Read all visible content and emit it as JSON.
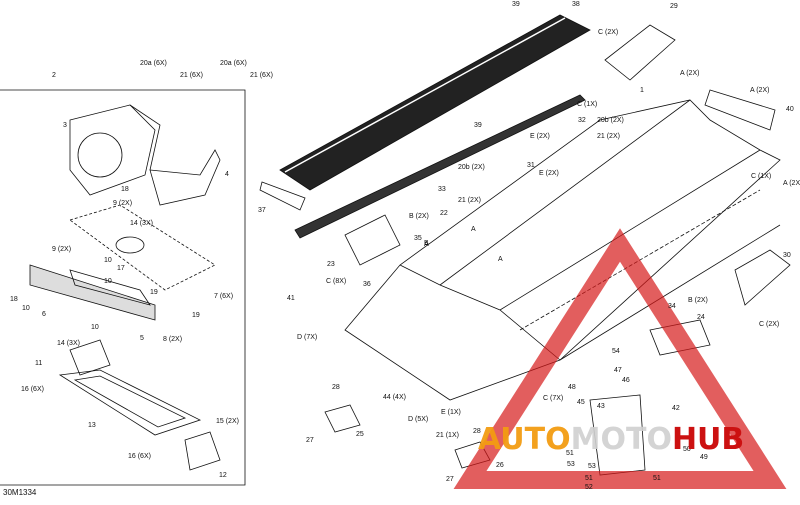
{
  "figure_code": "30M1334",
  "watermark": {
    "part1": "AUTO",
    "part2": "MOTO",
    "part3": "HUB"
  },
  "callouts": [
    "2",
    "3",
    "4",
    "5",
    "6",
    "7 (6X)",
    "8 (2X)",
    "9 (2X)",
    "9 (2X)",
    "10",
    "10",
    "10",
    "10",
    "11",
    "12",
    "13",
    "14 (3X)",
    "14 (3X)",
    "15 (2X)",
    "16 (6X)",
    "16 (6X)",
    "17",
    "18",
    "18",
    "19",
    "19",
    "20a (6X)",
    "20a (6X)",
    "21 (6X)",
    "21 (6X)",
    "20b (2X)",
    "20b (2X)",
    "21 (2X)",
    "21 (2X)",
    "21 (1X)",
    "22",
    "23",
    "24",
    "25",
    "26",
    "27",
    "27",
    "28",
    "28",
    "29",
    "30",
    "31",
    "32",
    "33",
    "34",
    "35",
    "36",
    "37",
    "38",
    "39",
    "39",
    "40",
    "41",
    "42",
    "43",
    "44 (4X)",
    "45",
    "46",
    "47",
    "48",
    "49",
    "50",
    "51",
    "51",
    "51",
    "52",
    "53",
    "53",
    "54",
    "A",
    "A",
    "A",
    "A (2X)",
    "A (2X)",
    "A (2X)",
    "B",
    "B (2X)",
    "B (2X)",
    "C (1X)",
    "C (1X)",
    "C (2X)",
    "C (2X)",
    "C (7X)",
    "C (8X)",
    "D (5X)",
    "D (7X)",
    "E (1X)",
    "E (2X)",
    "E (2X)",
    "1"
  ]
}
